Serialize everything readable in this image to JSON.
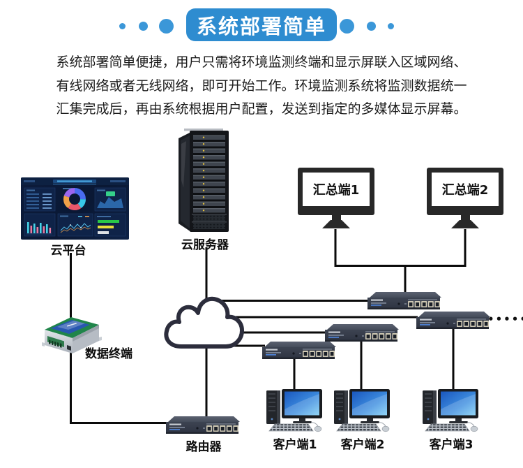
{
  "header": {
    "title": "系统部署简单",
    "pill_color": "#2e8cd0",
    "dot_color": "#3b97d8"
  },
  "intro": {
    "lines": [
      "系统部署简单便捷，用户只需将环境监测终端和显示屏联入区域网络、",
      "有线网络或者无线网络，即可开始工作。环境监测系统将监测数据统一",
      "汇集完成后，再由系统根据用户配置，发送到指定的多媒体显示屏幕。"
    ]
  },
  "diagram": {
    "nodes": {
      "cloud_platform": {
        "label": "云平台"
      },
      "cloud_server": {
        "label": "云服务器"
      },
      "summary_terminal_1": {
        "label": "汇总端1"
      },
      "summary_terminal_2": {
        "label": "汇总端2"
      },
      "data_terminal": {
        "label": "数据终端"
      },
      "router": {
        "label": "路由器"
      },
      "client_1": {
        "label": "客户端1"
      },
      "client_2": {
        "label": "客户端2"
      },
      "client_3": {
        "label": "客户端3"
      }
    },
    "more_indicator": "•••••",
    "line_color": "#0a0a0a"
  }
}
